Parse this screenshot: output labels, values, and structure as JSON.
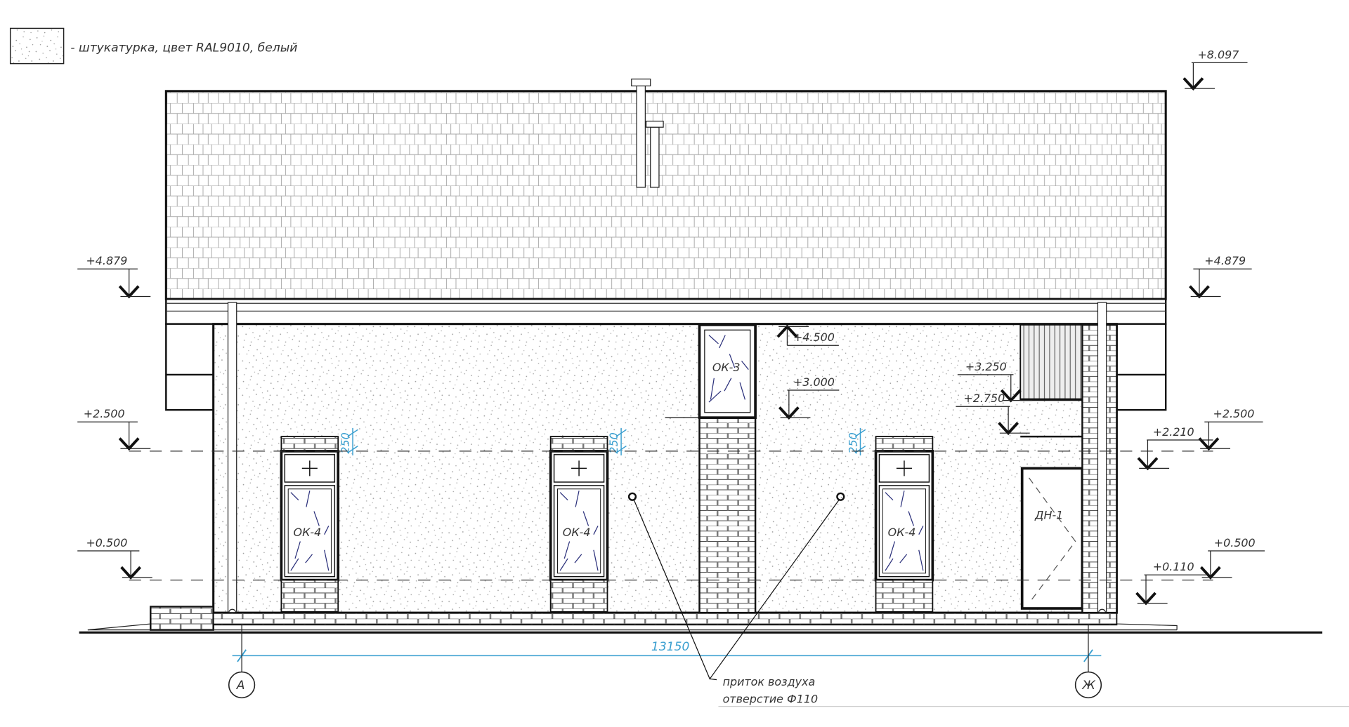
{
  "legend": {
    "text": "- штукатурка, цвет RAL9010, белый"
  },
  "levels": {
    "ridge": "+8.097",
    "eave_left": "+4.879",
    "eave_right": "+4.879",
    "top_ok3": "+4.500",
    "bottom_ok3": "+3.000",
    "top_vent": "+3.250",
    "bottom_vent": "+2.750",
    "window_top_left": "+2.500",
    "window_top_right": "+2.500",
    "door_top": "+2.210",
    "window_bottom_left": "+0.500",
    "window_bottom_right": "+0.500",
    "door_bottom": "+0.110"
  },
  "windows": {
    "w1": "ОК-4",
    "w2": "ОК-4",
    "w3": "ОК-4",
    "w4": "ОК-3",
    "door": "ДН-1"
  },
  "lintel_dims": [
    "250",
    "250",
    "250"
  ],
  "dimension": {
    "overall": "13150"
  },
  "axes": {
    "left": "А",
    "right": "Ж"
  },
  "note": {
    "line1": "приток воздуха",
    "line2": "отверстие Ф110"
  },
  "colors": {
    "line": "#111111",
    "dimension": "#3a9fd0",
    "window_glyph": "#2a2f7a"
  }
}
